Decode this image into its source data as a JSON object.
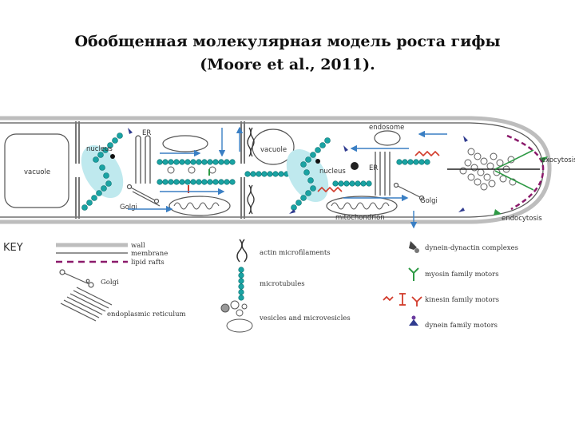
{
  "slide": {
    "title_line1": "Обобщенная молекулярная модель роста гифы",
    "title_line2": "(Moore et al., 2011)."
  },
  "diagram": {
    "labels": {
      "vacuole_left": "vacuole",
      "nucleus_left": "nucleus",
      "er_left": "ER",
      "golgi_left": "Golgi",
      "vacuole_mid": "vacuole",
      "endosome": "endosome",
      "nucleus_right": "nucleus",
      "er_right": "ER",
      "golgi_right": "Golgi",
      "mitochondrion": "mitochondrion",
      "exocytosis": "exocytosis",
      "endocytosis": "endocytosis"
    },
    "colors": {
      "wall": "#bdbdbd",
      "membrane": "#555555",
      "lipid_rafts": "#8b1a6b",
      "microtubule": "#1aa3a3",
      "myosin": "#2e9a45",
      "kinesin": "#d23b2b",
      "dynein": "#2f3b8f",
      "arrow": "#3a7fc4"
    }
  },
  "key": {
    "heading": "KEY",
    "wall": "wall",
    "membrane": "membrane",
    "lipid_rafts": "lipid rafts",
    "golgi": "Golgi",
    "er": "endoplasmic reticulum",
    "actin": "actin microfilaments",
    "microtubules": "microtubules",
    "vesicles": "vesicles and microvesicles",
    "dynein_dynactin": "dynein-dynactin complexes",
    "myosin": "myosin family motors",
    "kinesin": "kinesin family motors",
    "dynein": "dynein family motors"
  }
}
